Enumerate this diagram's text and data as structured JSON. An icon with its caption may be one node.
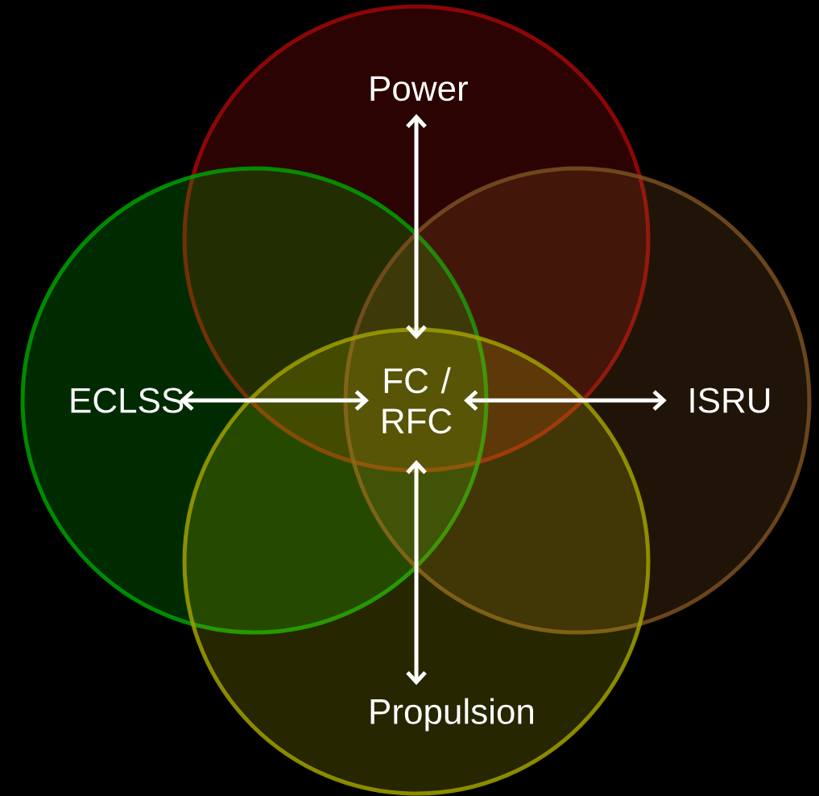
{
  "diagram": {
    "nodes": [
      {
        "text": [
          "Power"
        ]
      },
      {
        "text": [
          "ECLSS"
        ]
      },
      {
        "text": [
          "FC / RFC"
        ]
      },
      {
        "text": [
          "ISRU"
        ]
      },
      {
        "text": [
          "Propulsion"
        ]
      }
    ],
    "edges": [
      {
        "from": 2,
        "to": 0,
        "arrow": "both"
      },
      {
        "from": 2,
        "to": 1,
        "arrow": "both"
      },
      {
        "from": 2,
        "to": 3,
        "arrow": "both"
      },
      {
        "from": 2,
        "to": 4,
        "arrow": "both"
      }
    ]
  }
}
